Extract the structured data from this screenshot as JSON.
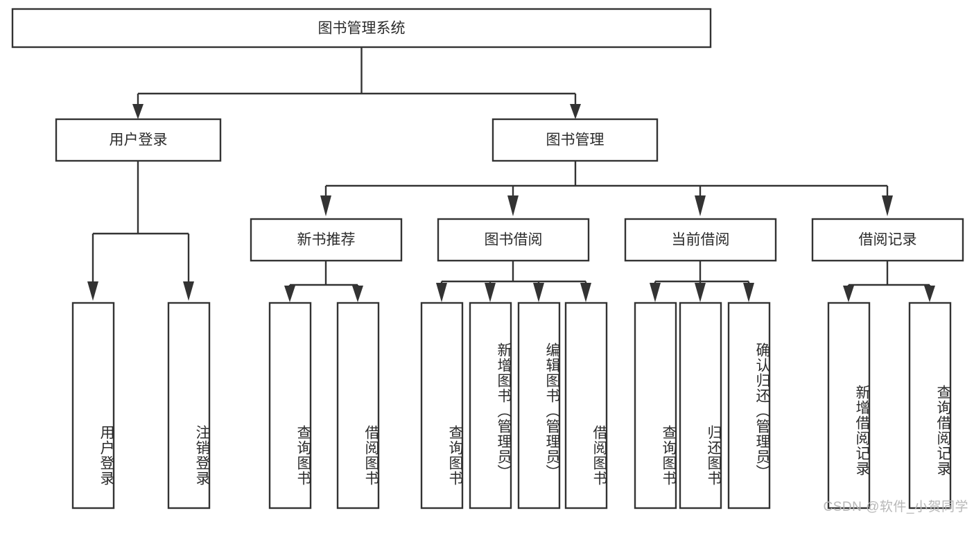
{
  "diagram": {
    "title": "图书管理系统",
    "type": "tree-hierarchy",
    "orientation": "top-down",
    "colors": {
      "box_stroke": "#333333",
      "box_fill": "#ffffff",
      "text": "#2b2b2b",
      "connector": "#333333",
      "watermark": "#b8b8b8",
      "background": "#ffffff"
    },
    "root": {
      "label": "图书管理系统"
    },
    "level1": [
      {
        "label": "用户登录"
      },
      {
        "label": "图书管理"
      }
    ],
    "level2": [
      {
        "label": "新书推荐"
      },
      {
        "label": "图书借阅"
      },
      {
        "label": "当前借阅"
      },
      {
        "label": "借阅记录"
      }
    ],
    "leaves": {
      "user_login": [
        {
          "label": "用户登录"
        },
        {
          "label": "注销登录"
        }
      ],
      "new_book_recommend": [
        {
          "label": "查询图书"
        },
        {
          "label": "借阅图书"
        }
      ],
      "book_borrow": [
        {
          "label": "查询图书"
        },
        {
          "label": "新增图书（管理员）"
        },
        {
          "label": "编辑图书（管理员）"
        },
        {
          "label": "借阅图书"
        }
      ],
      "current_borrow": [
        {
          "label": "查询图书"
        },
        {
          "label": "归还图书"
        },
        {
          "label": "确认归还（管理员）"
        }
      ],
      "borrow_record": [
        {
          "label": "新增借阅记录"
        },
        {
          "label": "查询借阅记录"
        }
      ]
    },
    "watermark": "CSDN @软件_小贺同学"
  }
}
